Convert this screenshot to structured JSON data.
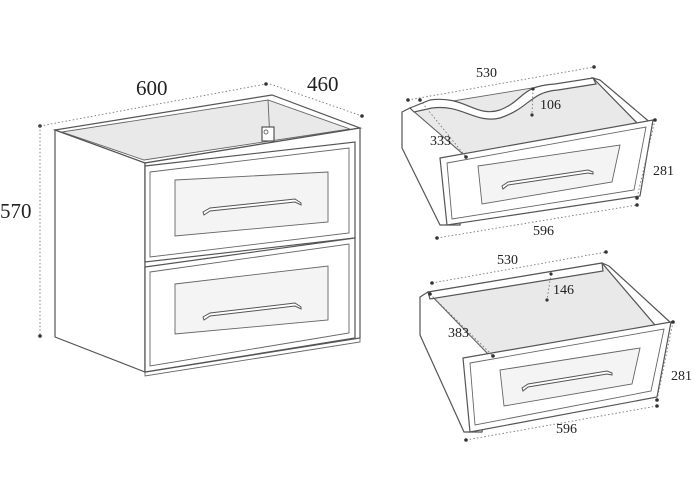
{
  "cabinet": {
    "width_label": "600",
    "depth_label": "460",
    "height_label": "570"
  },
  "drawer_top": {
    "depth_label": "530",
    "cutout_label": "106",
    "side_label": "333",
    "height_label": "281",
    "front_width_label": "596"
  },
  "drawer_bottom": {
    "depth_label": "530",
    "inner_height_label": "146",
    "side_label": "383",
    "height_label": "281",
    "front_width_label": "596"
  }
}
